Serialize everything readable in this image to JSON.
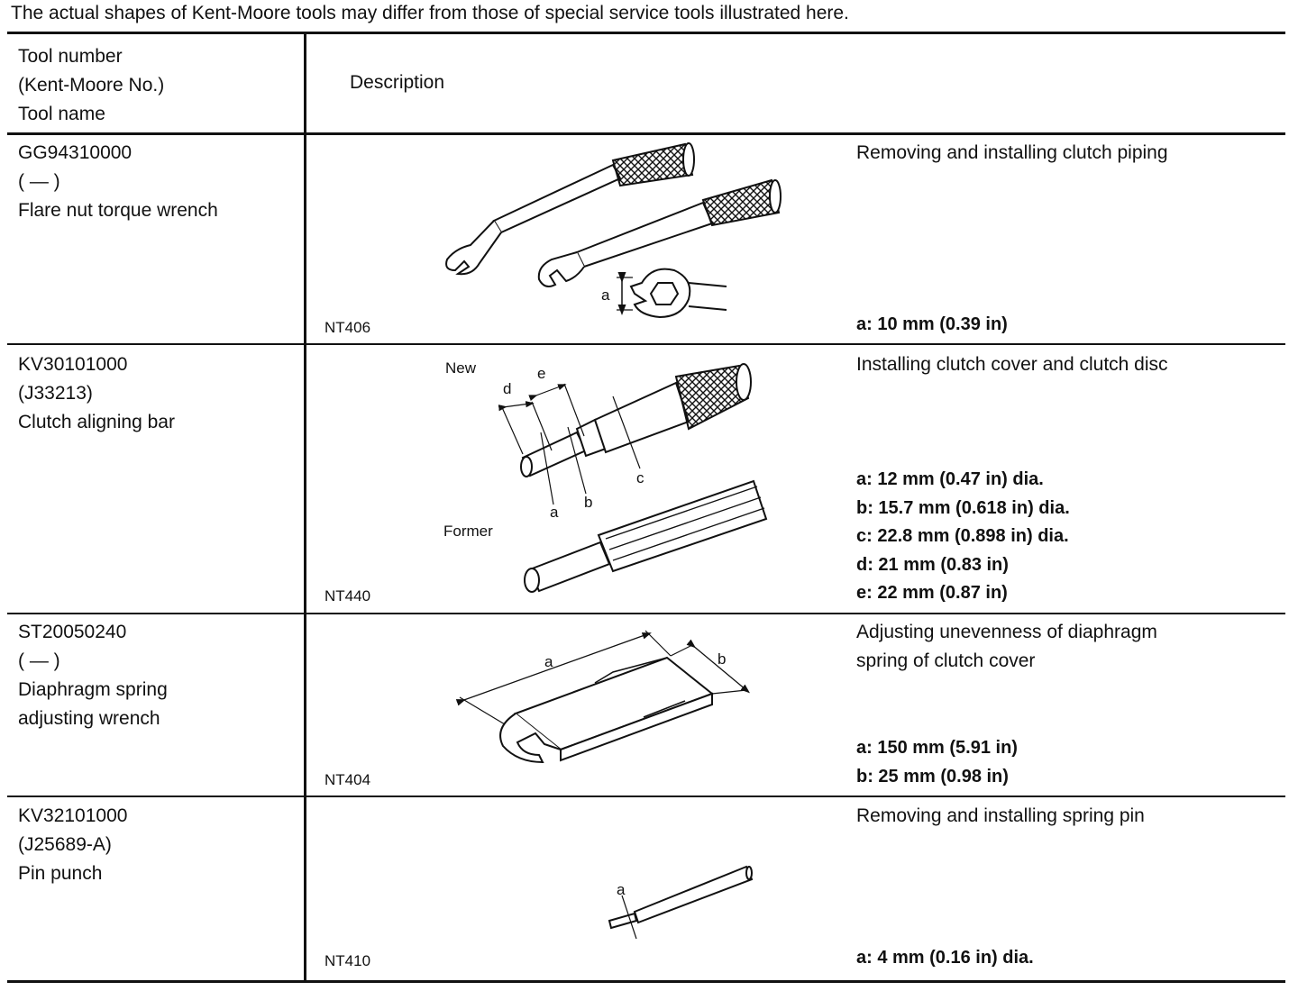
{
  "note": "The actual shapes of Kent-Moore tools may differ from those of special service tools illustrated here.",
  "header": {
    "tool_col": [
      "Tool number",
      "(Kent-Moore No.)",
      "Tool name"
    ],
    "description": "Description"
  },
  "tools": [
    {
      "number": "GG94310000",
      "kent_moore": "(   —   )",
      "name": [
        "Flare nut torque wrench"
      ],
      "use": [
        "Removing and installing clutch piping"
      ],
      "code": "NT406",
      "specs": [
        "a: 10 mm (0.39 in)"
      ],
      "labels": [
        "a"
      ]
    },
    {
      "number": "KV30101000",
      "kent_moore": "(J33213)",
      "name": [
        "Clutch aligning bar"
      ],
      "use": [
        "Installing clutch cover and clutch disc"
      ],
      "code": "NT440",
      "specs": [
        "a: 12 mm (0.47 in) dia.",
        "b: 15.7 mm (0.618 in) dia.",
        "c: 22.8 mm (0.898 in) dia.",
        "d: 21 mm (0.83 in)",
        "e: 22 mm (0.87 in)"
      ],
      "labels": [
        "New",
        "Former",
        "a",
        "b",
        "c",
        "d",
        "e"
      ]
    },
    {
      "number": "ST20050240",
      "kent_moore": "(   —   )",
      "name": [
        "Diaphragm spring",
        "adjusting wrench"
      ],
      "use": [
        "Adjusting unevenness of diaphragm",
        "spring of clutch cover"
      ],
      "code": "NT404",
      "specs": [
        "a: 150 mm (5.91 in)",
        "b: 25 mm (0.98 in)"
      ],
      "labels": [
        "a",
        "b"
      ]
    },
    {
      "number": "KV32101000",
      "kent_moore": "(J25689-A)",
      "name": [
        "Pin punch"
      ],
      "use": [
        "Removing and installing spring pin"
      ],
      "code": "NT410",
      "specs": [
        "a: 4 mm (0.16 in) dia."
      ],
      "labels": [
        "a"
      ]
    }
  ]
}
